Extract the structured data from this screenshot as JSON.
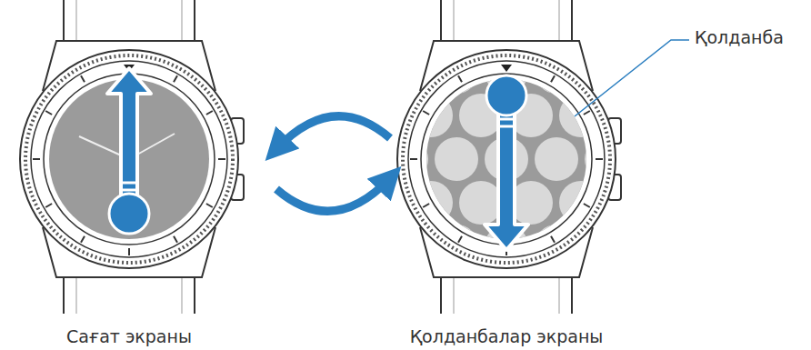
{
  "diagram": {
    "nodes": [
      {
        "text": [
          "Сағат экраны"
        ]
      },
      {
        "text": [
          "Қолданбалар экраны"
        ]
      }
    ],
    "edges": [
      {
        "from": 0,
        "to": 1,
        "arrow": "to"
      },
      {
        "from": 1,
        "to": 0,
        "arrow": "to"
      }
    ],
    "labels": [
      "Қолданба"
    ]
  }
}
